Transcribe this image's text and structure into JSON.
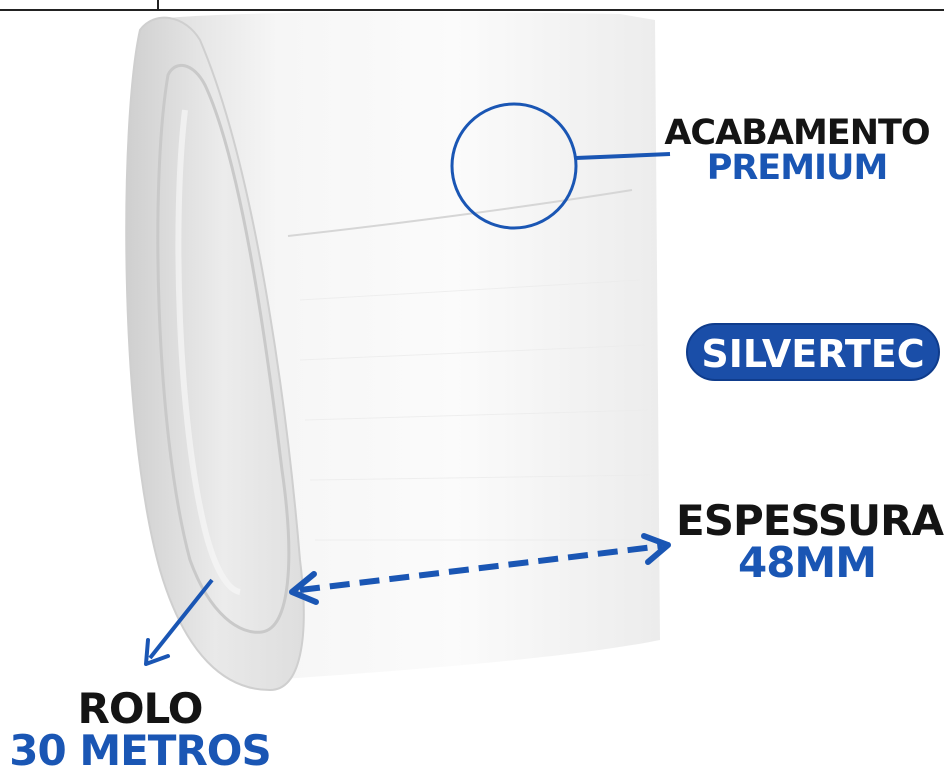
{
  "labels": {
    "acabamento": {
      "line1": "ACABAMENTO",
      "line2": "PREMIUM"
    },
    "espessura": {
      "line1": "ESPESSURA",
      "line2": "48MM"
    },
    "rolo": {
      "line1": "ROLO",
      "line2": "30 METROS"
    }
  },
  "brand_badge": "SILVERTEC",
  "colors": {
    "accent": "#1a56b4",
    "badge": "#1a4ea8",
    "text_dark": "#141414",
    "tape": "#f3f3f3"
  }
}
